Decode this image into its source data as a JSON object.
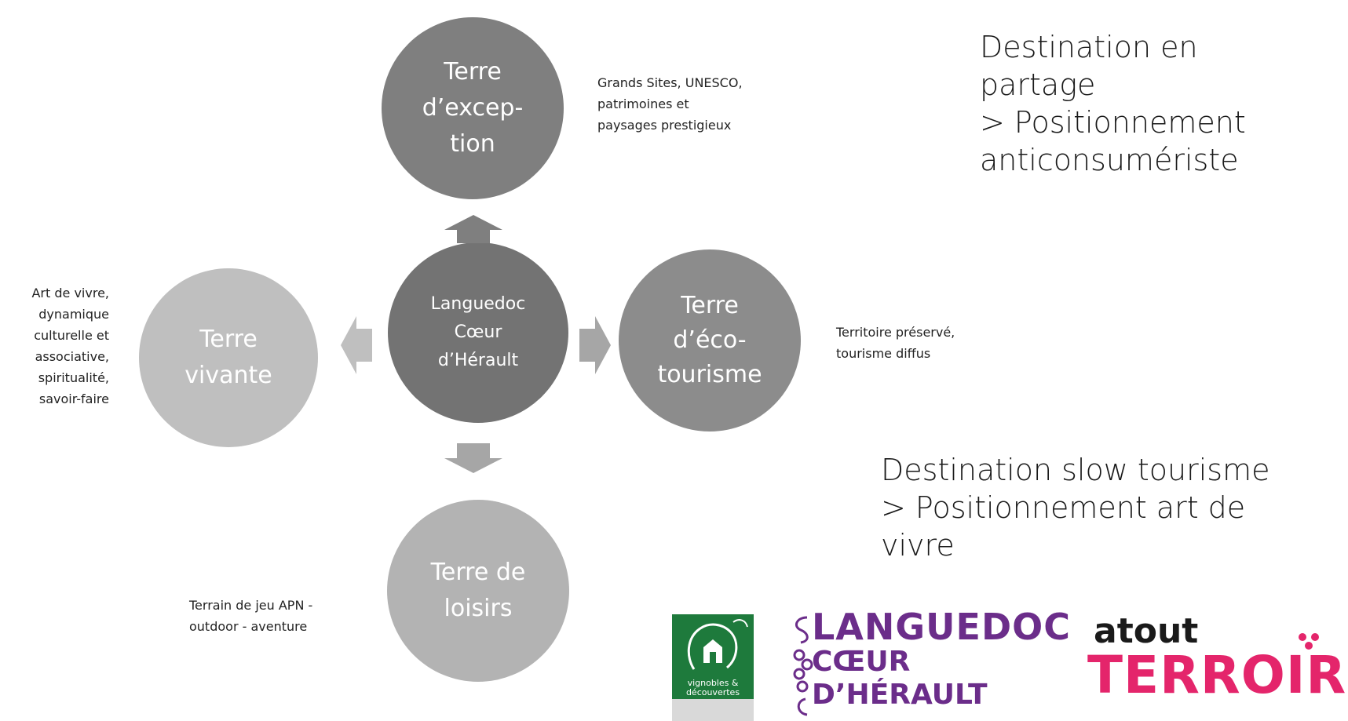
{
  "diagram": {
    "center": {
      "label": "Languedoc\nCœur\nd’Hérault",
      "color": "#737373"
    },
    "top": {
      "label": "Terre\nd’excep-\ntion",
      "color": "#7f7f7f",
      "description": "Grands Sites, UNESCO,\npatrimoines et\npaysages prestigieux"
    },
    "right": {
      "label": "Terre\nd’éco-\ntourisme",
      "color": "#8c8c8c",
      "description": "Territoire préservé,\ntourisme diffus"
    },
    "left": {
      "label": "Terre\nvivante",
      "color": "#bfbfbf",
      "description": "Art de vivre,\ndynamique\nculturelle et\nassociative,\nspiritualité,\nsavoir-faire"
    },
    "bottom": {
      "label": "Terre de\nloisirs",
      "color": "#b3b3b3",
      "description": "Terrain de jeu APN -\noutdoor - aventure"
    }
  },
  "notes": {
    "top_right": "Destination en\npartage\n> Positionnement\nanticonsumériste",
    "bottom_right": "Destination slow tourisme\n> Positionnement art de\nvivre"
  },
  "logos": {
    "vignobles": {
      "text": "vignobles &\ndécouvertes",
      "color": "#1e7a3c"
    },
    "languedoc": {
      "line1": "LANGUEDOC",
      "line2": "CŒUR",
      "line3": "D’HÉRAULT",
      "color": "#6b2d8a"
    },
    "atout": {
      "line1": "atout",
      "line2": "TERROIR",
      "color": "#e4256b"
    }
  }
}
